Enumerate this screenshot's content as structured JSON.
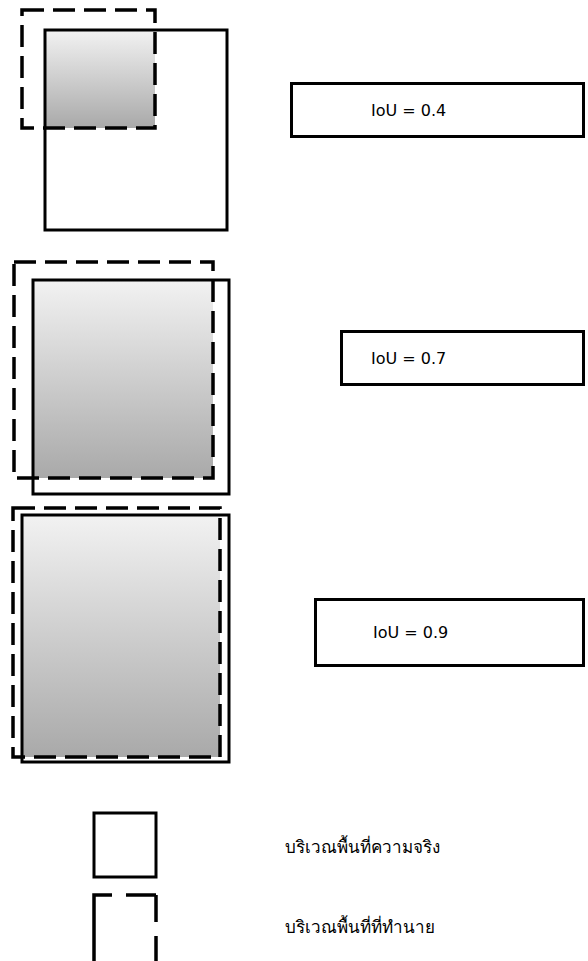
{
  "diagram": {
    "nodes": [
      {
        "text": [
          "IoU = 0.4"
        ]
      },
      {
        "text": [
          "IoU = 0.7"
        ]
      },
      {
        "text": [
          "IoU = 0.9"
        ]
      }
    ],
    "legend": [
      {
        "text": "บริเวณพื้นที่ความจริง"
      },
      {
        "text": "บริเวณพื้นที่ที่ทำนาย"
      }
    ]
  }
}
